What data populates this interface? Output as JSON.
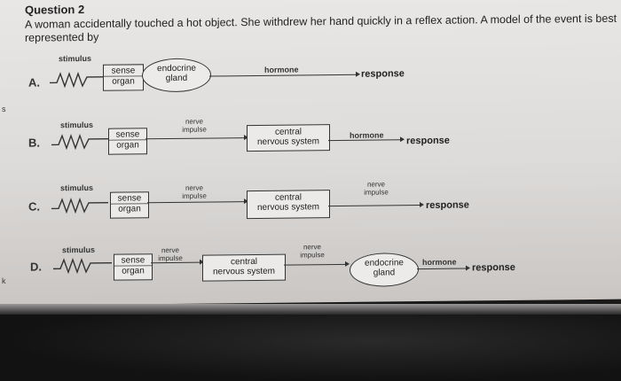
{
  "question": {
    "title": "Question 2",
    "text": "A woman accidentally touched a hot object. She withdrew her hand quickly in a reflex action. A model of the event is best represented by"
  },
  "margin_marks": [
    "s",
    "k"
  ],
  "options": [
    {
      "letter": "A.",
      "stimulus": "stimulus",
      "sense_box": [
        "sense",
        "organ"
      ],
      "endocrine": [
        "endocrine",
        "gland"
      ],
      "hormone": "hormone",
      "response": "response"
    },
    {
      "letter": "B.",
      "stimulus": "stimulus",
      "sense_box": [
        "sense",
        "organ"
      ],
      "nerve_impulse": [
        "nerve",
        "impulse"
      ],
      "cns": [
        "central",
        "nervous system"
      ],
      "hormone": "hormone",
      "response": "response"
    },
    {
      "letter": "C.",
      "stimulus": "stimulus",
      "sense_box": [
        "sense",
        "organ"
      ],
      "nerve_impulse_1": [
        "nerve",
        "impulse"
      ],
      "cns": [
        "central",
        "nervous system"
      ],
      "nerve_impulse_2": [
        "nerve",
        "impulse"
      ],
      "response": "response"
    },
    {
      "letter": "D.",
      "stimulus": "stimulus",
      "sense_box": [
        "sense",
        "organ"
      ],
      "nerve_impulse_1": [
        "nerve",
        "impulse"
      ],
      "cns": [
        "central",
        "nervous system"
      ],
      "nerve_impulse_2": [
        "nerve",
        "impulse"
      ],
      "endocrine": [
        "endocrine",
        "gland"
      ],
      "hormone": "hormone",
      "response": "response"
    }
  ]
}
